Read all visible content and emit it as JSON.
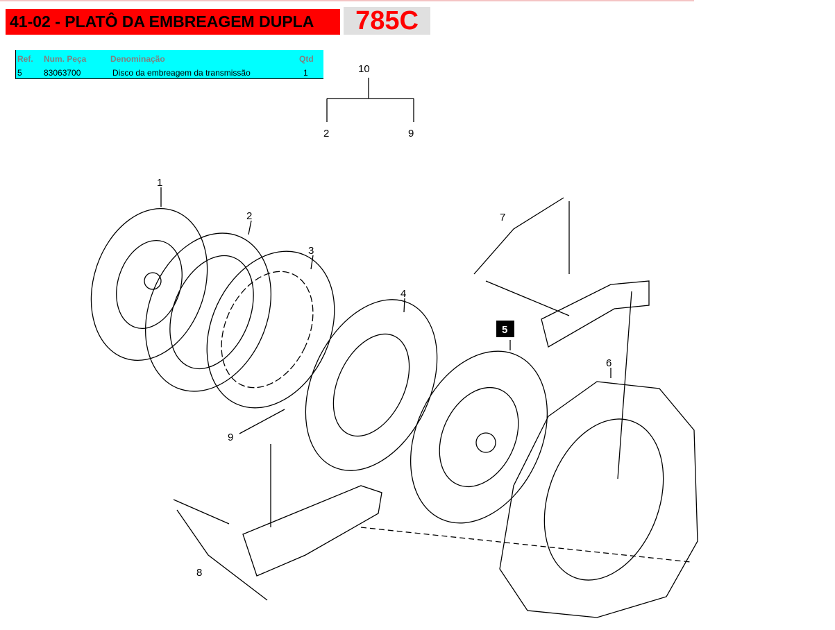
{
  "header": {
    "title": "41-02 - PLATÔ DA EMBREAGEM DUPLA",
    "model": "785C"
  },
  "parts_table": {
    "columns": [
      "Ref.",
      "Num. Peça",
      "Denominação",
      "Qtd"
    ],
    "rows": [
      {
        "ref": "5",
        "part_number": "83063700",
        "description": "Disco da embreagem da transmissão",
        "qty": "1"
      }
    ]
  },
  "diagram": {
    "kit": {
      "parent": "10",
      "children": [
        "2",
        "9"
      ]
    },
    "callouts": [
      "1",
      "2",
      "3",
      "4",
      "5",
      "6",
      "7",
      "8",
      "9"
    ],
    "highlighted": "5"
  }
}
